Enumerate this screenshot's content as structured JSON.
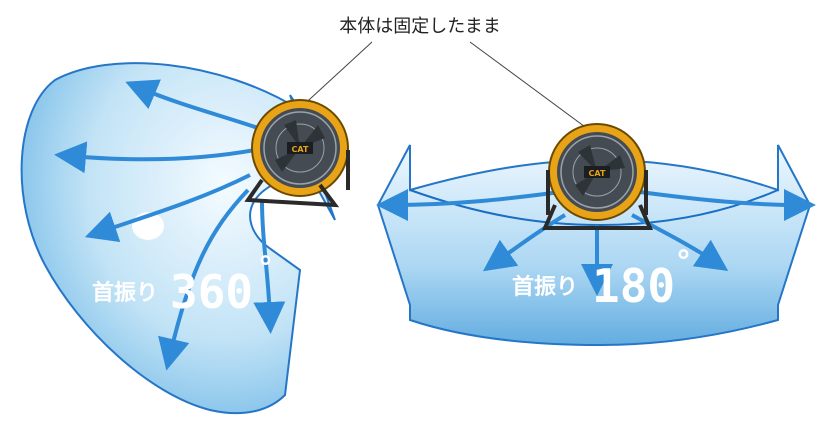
{
  "caption": {
    "text": "本体は固定したまま"
  },
  "left_panel": {
    "label_jp": "首振り",
    "value": "360",
    "degree": "°"
  },
  "right_panel": {
    "label_jp": "首振り",
    "value": "180",
    "degree": "°"
  },
  "fan": {
    "brand": "CAT",
    "body_color": "#e8a317",
    "grille_color": "#6a6f75"
  },
  "colors": {
    "airflow_light": "#dff1fb",
    "airflow_mid": "#8cc8ee",
    "arrow": "#2f8bd8",
    "outline": "#1a6fc4"
  }
}
